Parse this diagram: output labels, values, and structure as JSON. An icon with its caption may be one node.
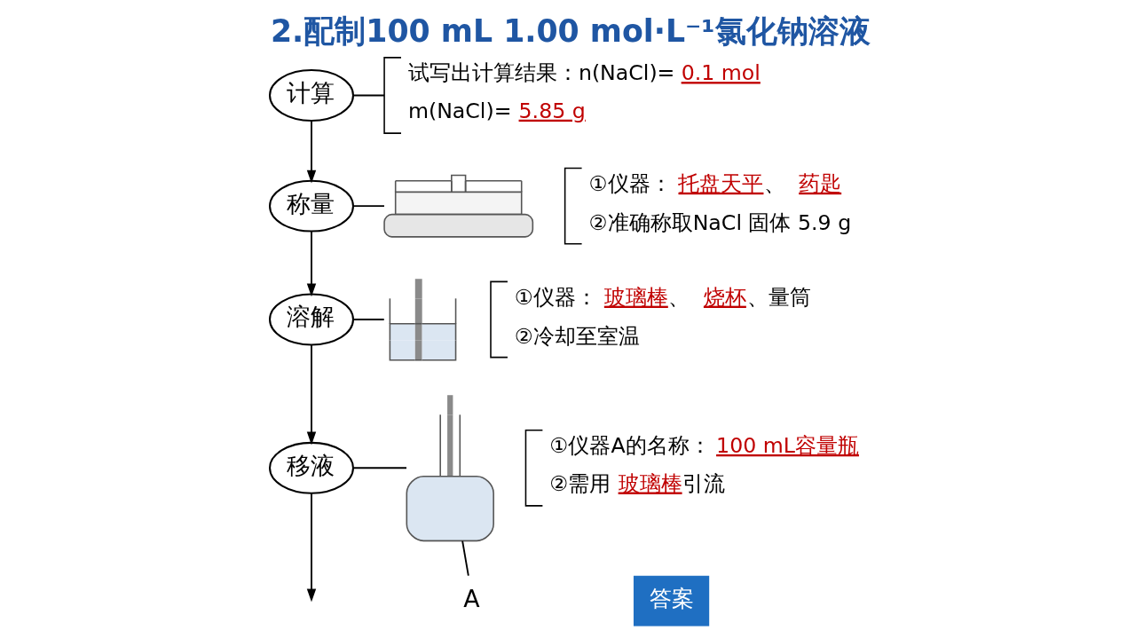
{
  "diagram": {
    "title": "2.配制100 mL 1.00 mol·L⁻¹氯化钠溶液",
    "nodes": [
      {
        "text": [
          "计算"
        ]
      },
      {
        "text": [
          "试写出计算结果：n(NaCl)=",
          "0.1 mol",
          "m(NaCl)=",
          "5.85 g"
        ]
      },
      {
        "text": [
          "称量"
        ]
      },
      {
        "text": [],
        "shape": "picture"
      },
      {
        "text": [
          "①仪器：",
          "托盘天平",
          "、",
          "药匙",
          "②准确称取NaCl 固体 5.9 g"
        ]
      },
      {
        "text": [
          "溶解"
        ]
      },
      {
        "text": [],
        "shape": "picture"
      },
      {
        "text": [
          "①仪器：",
          "玻璃棒",
          "、",
          "烧杯",
          "、量筒",
          "②冷却至室温"
        ]
      },
      {
        "text": [
          "移液"
        ]
      },
      {
        "text": [],
        "shape": "picture"
      },
      {
        "text": [
          "①仪器A的名称：",
          "100 mL容量瓶",
          "②需用",
          "玻璃棒",
          "引流"
        ]
      },
      {
        "text": [
          "A"
        ]
      }
    ],
    "edges": [
      {
        "from": 0,
        "to": 1,
        "arrow": "none"
      },
      {
        "from": 0,
        "to": 2,
        "arrow": "to"
      },
      {
        "from": 2,
        "to": 3,
        "arrow": "none"
      },
      {
        "from": 2,
        "to": 5,
        "arrow": "to"
      },
      {
        "from": 5,
        "to": 6,
        "arrow": "none"
      },
      {
        "from": 5,
        "to": 8,
        "arrow": "to"
      },
      {
        "from": 8,
        "to": 9,
        "arrow": "none"
      },
      {
        "from": 8,
        "to": null,
        "arrow": "to"
      },
      {
        "from": 11,
        "to": 9,
        "arrow": "none"
      }
    ],
    "labels": [
      "答案"
    ]
  }
}
